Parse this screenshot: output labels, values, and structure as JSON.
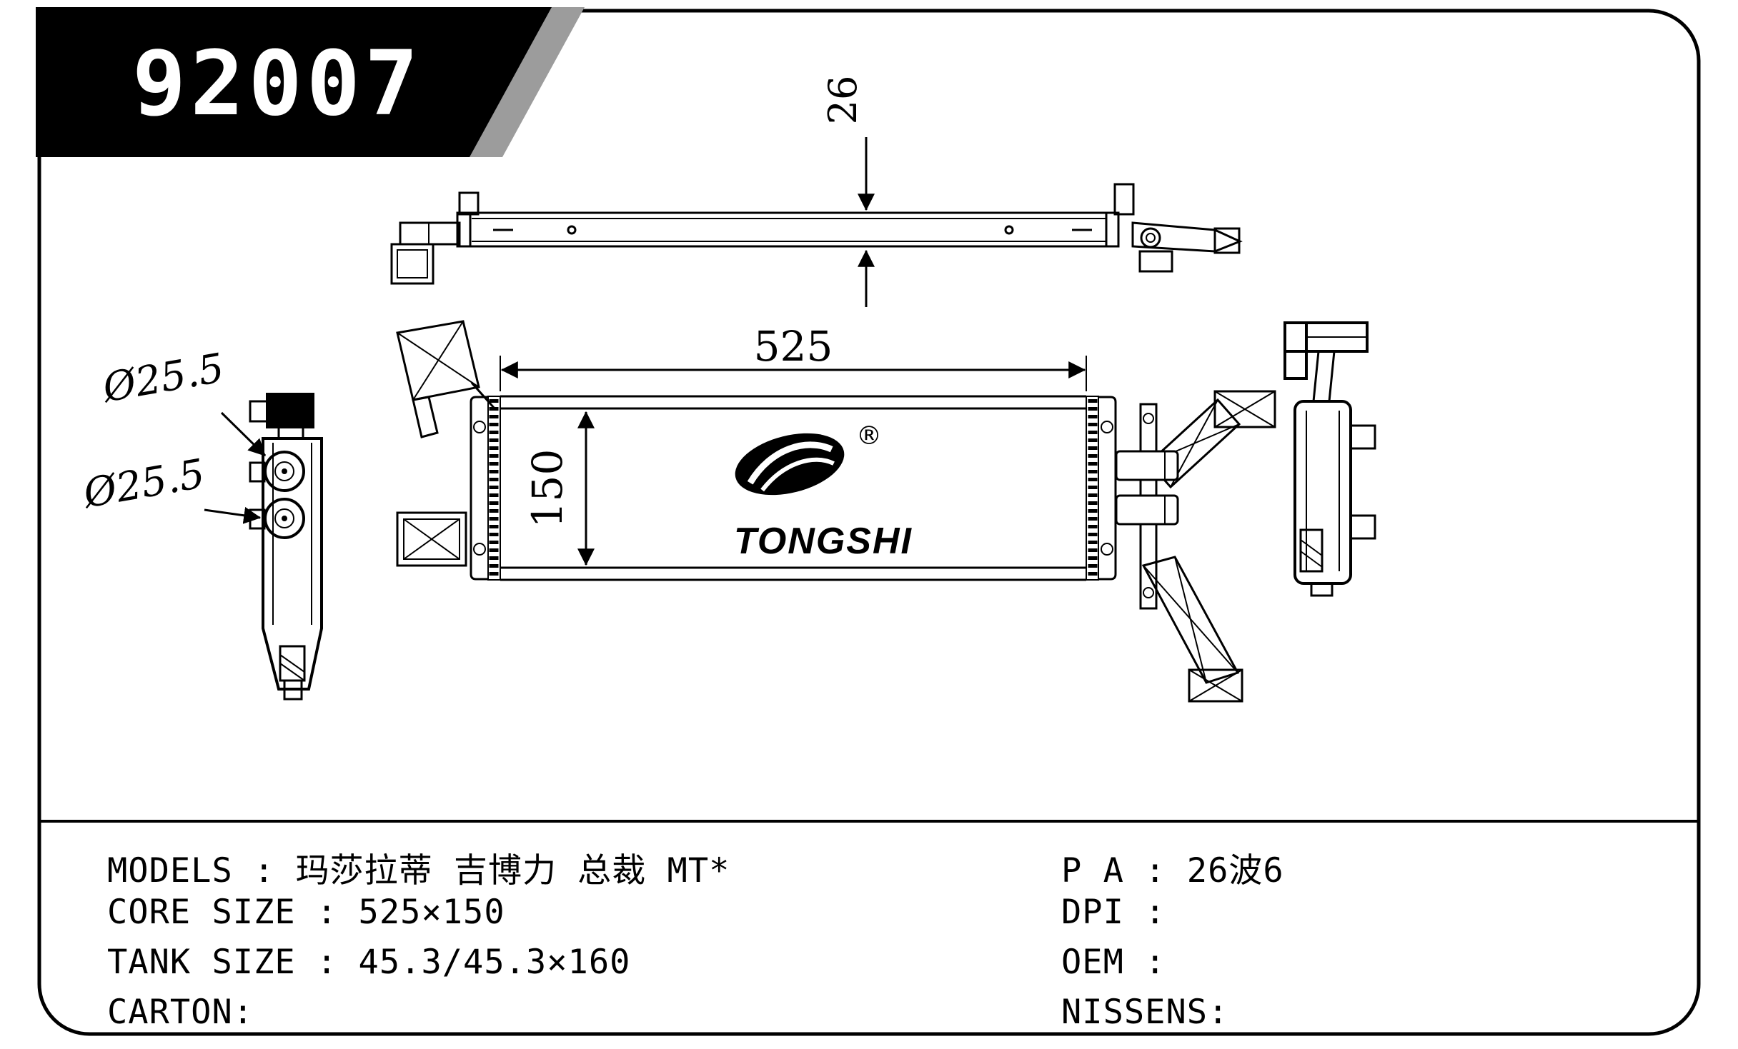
{
  "part_number": "92007",
  "drawing": {
    "thickness_dim": "26",
    "width_dim": "525",
    "height_dim": "150",
    "port_dim_top": "Ø25.5",
    "port_dim_bottom": "Ø25.5",
    "logo": {
      "text": "TONGSHI",
      "registered": "®"
    }
  },
  "specs": {
    "left": [
      "MODELS : 玛莎拉蒂 吉博力 总裁 MT*",
      "CORE SIZE : 525×150",
      "TANK SIZE : 45.3/45.3×160",
      "CARTON:"
    ],
    "right": [
      "P A : 26波6",
      "DPI :",
      "OEM :",
      "NISSENS:"
    ]
  },
  "colors": {
    "ink": "#000000",
    "banner_shadow": "#9c9c9c",
    "paper": "#ffffff"
  }
}
